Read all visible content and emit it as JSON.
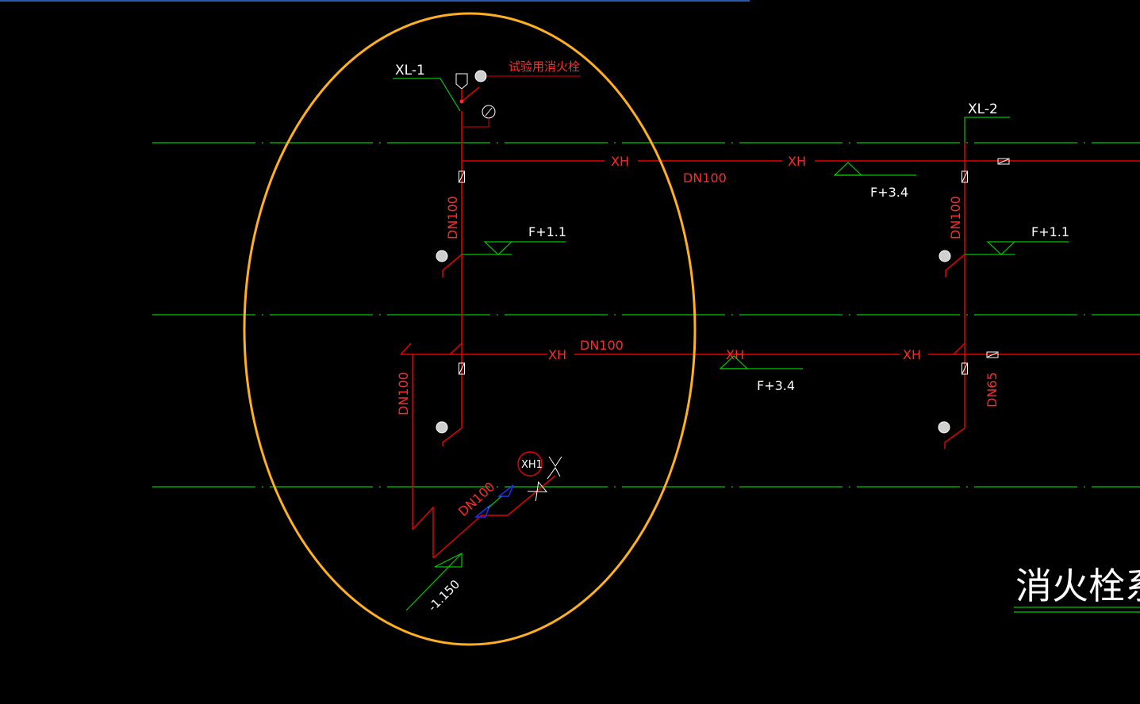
{
  "labels": {
    "riser_1": "XL-1",
    "riser_2": "XL-2",
    "test_hydrant": "试验用消火栓",
    "pipe_xh": "XH",
    "dn100": "DN100",
    "dn65": "DN65",
    "elev_f34": "F+3.4",
    "elev_f11": "F+1.1",
    "elev_minus": "-1.150",
    "badge_xh1": "XH1",
    "title": "消火栓系"
  },
  "colors": {
    "background": "#000000",
    "grid_line": "#00c800",
    "pipe": "#e60000",
    "highlight_ellipse": "#ffb020",
    "valve_blue": "#2030ff",
    "annotation": "#ffffff"
  },
  "icons": {
    "hydrant": "fire-hydrant-icon",
    "gate_valve": "gate-valve-icon",
    "pressure_gauge": "pressure-gauge-icon",
    "elevation_marker": "elevation-triangle-icon",
    "break_symbol": "pipe-break-icon"
  }
}
